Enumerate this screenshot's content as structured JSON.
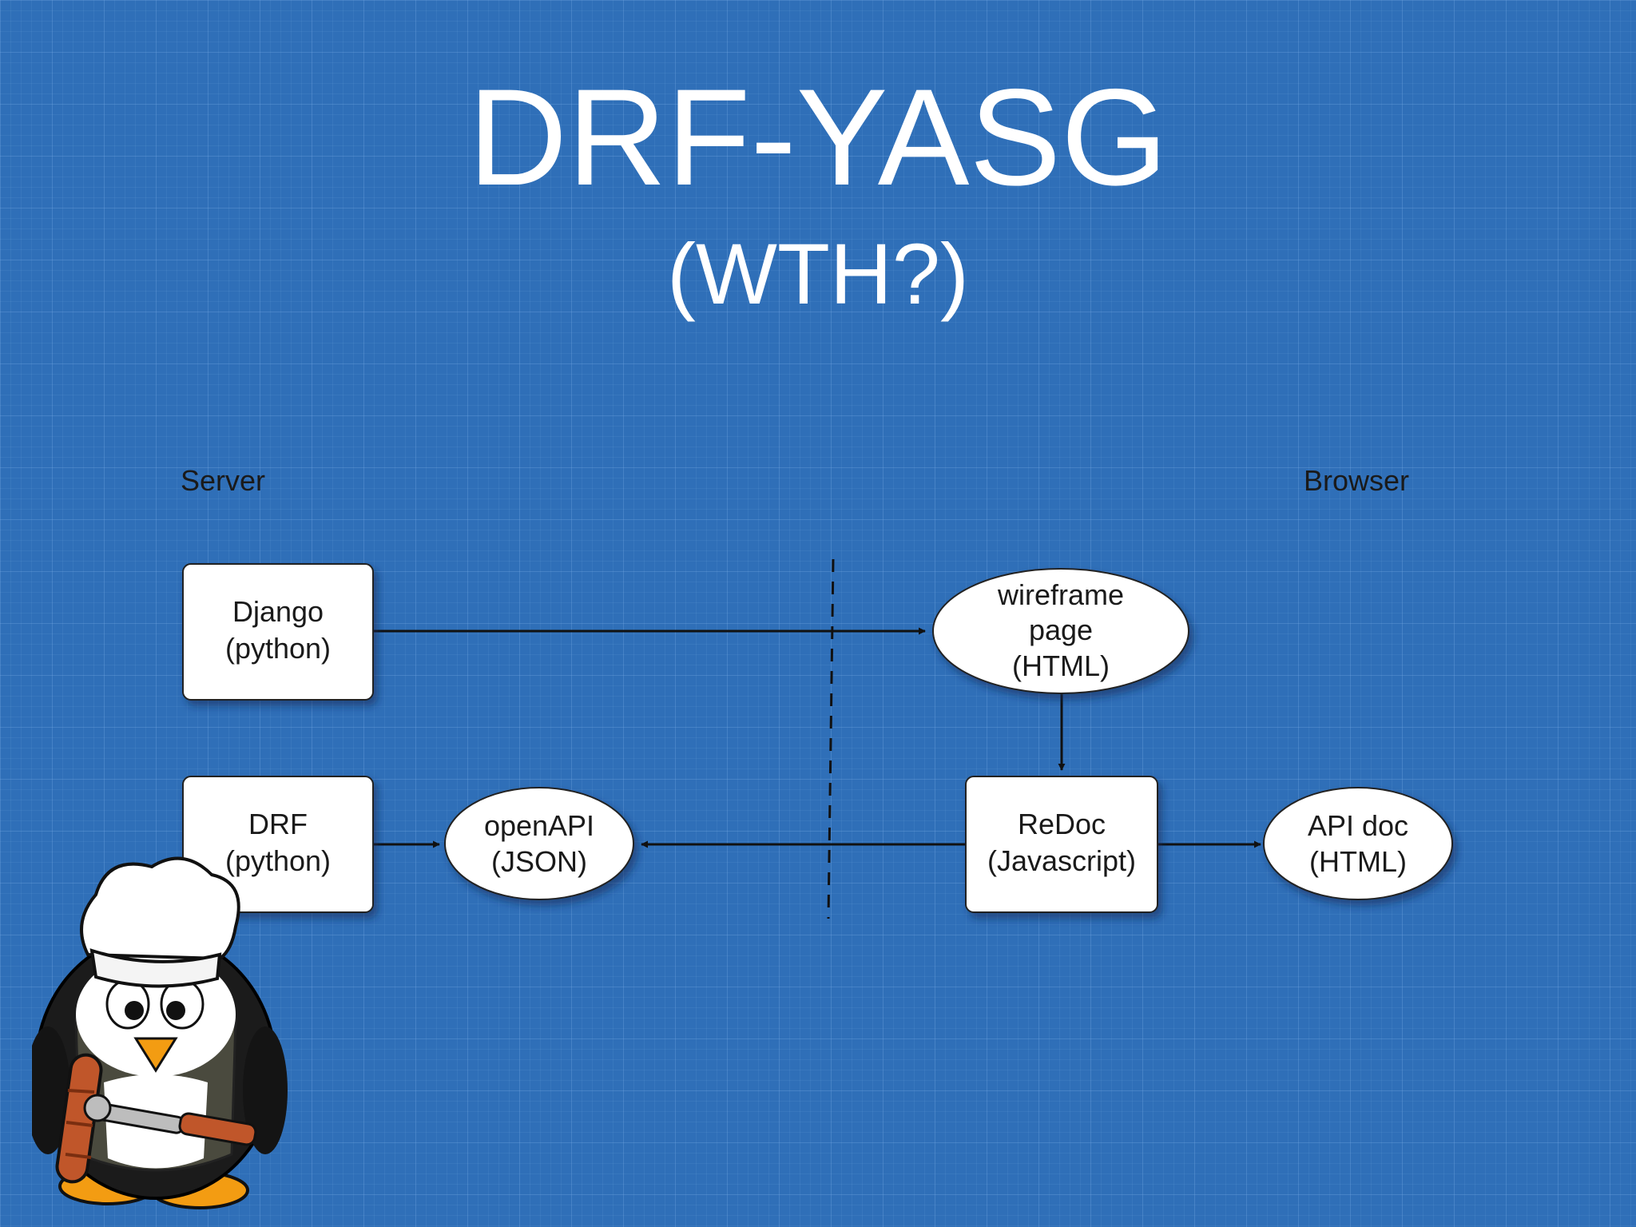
{
  "slide": {
    "title": "DRF-YASG",
    "subtitle": "(WTH?)"
  },
  "diagram": {
    "labels": {
      "server": "Server",
      "browser": "Browser"
    },
    "nodes": {
      "django": {
        "shape": "box",
        "lines": [
          "Django",
          "(python)"
        ]
      },
      "drf": {
        "shape": "box",
        "lines": [
          "DRF",
          "(python)"
        ]
      },
      "openapi": {
        "shape": "ellipse",
        "lines": [
          "openAPI",
          "(JSON)"
        ]
      },
      "wireframe": {
        "shape": "ellipse",
        "lines": [
          "wireframe",
          "page",
          "(HTML)"
        ]
      },
      "redoc": {
        "shape": "box",
        "lines": [
          "ReDoc",
          "(Javascript)"
        ]
      },
      "apidoc": {
        "shape": "ellipse",
        "lines": [
          "API doc",
          "(HTML)"
        ]
      }
    },
    "edges": [
      {
        "from": "django",
        "to": "wireframe"
      },
      {
        "from": "wireframe",
        "to": "redoc"
      },
      {
        "from": "drf",
        "to": "openapi"
      },
      {
        "from": "redoc",
        "to": "openapi"
      },
      {
        "from": "redoc",
        "to": "apidoc"
      }
    ]
  },
  "mascot": {
    "icon": "chef-penguin-icon"
  }
}
